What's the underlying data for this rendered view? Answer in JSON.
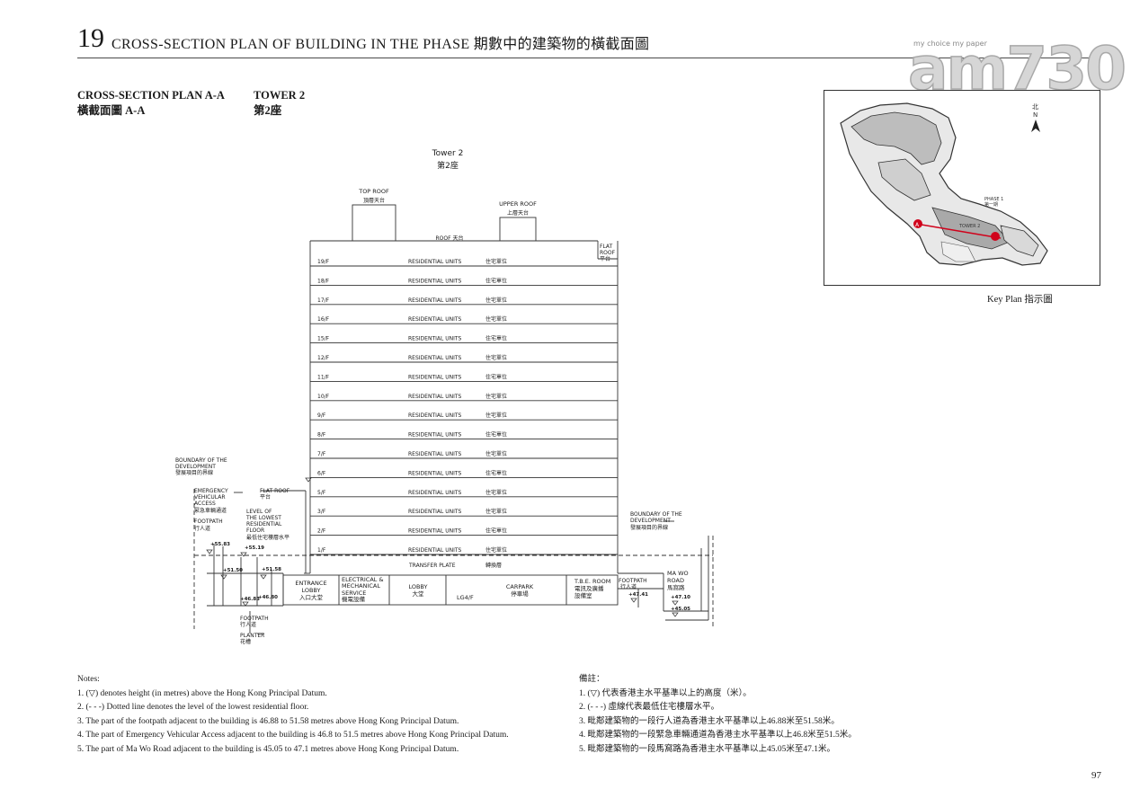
{
  "header": {
    "section_number": "19",
    "title": "CROSS-SECTION PLAN OF BUILDING IN THE PHASE  期數中的建築物的橫截面圖"
  },
  "logo": {
    "text": "am730",
    "tagline": "my choice  my paper"
  },
  "subheading": {
    "plan_en": "CROSS-SECTION PLAN A-A",
    "plan_zh": "橫截面圖 A-A",
    "tower_en": "TOWER 2",
    "tower_zh": "第2座"
  },
  "key_plan": {
    "caption": "Key Plan 指示圖",
    "north_zh": "北",
    "north_en": "N",
    "phase_label": "PHASE 1",
    "phase_label_zh": "第一期",
    "marker_a": "A",
    "tower_label": "TOWER 2"
  },
  "section": {
    "tower_en": "Tower 2",
    "tower_zh": "第2座",
    "top_roof_en": "TOP ROOF",
    "top_roof_zh": "頂層天台",
    "upper_roof_en": "UPPER ROOF",
    "upper_roof_zh": "上層天台",
    "roof": "ROOF   天台",
    "flat_roof_right": [
      "FLAT",
      "ROOF",
      "平台"
    ],
    "floors": [
      {
        "label": "19/F",
        "use": "RESIDENTIAL UNITS",
        "use_zh": "住宅單位"
      },
      {
        "label": "18/F",
        "use": "RESIDENTIAL UNITS",
        "use_zh": "住宅單位"
      },
      {
        "label": "17/F",
        "use": "RESIDENTIAL UNITS",
        "use_zh": "住宅單位"
      },
      {
        "label": "16/F",
        "use": "RESIDENTIAL UNITS",
        "use_zh": "住宅單位"
      },
      {
        "label": "15/F",
        "use": "RESIDENTIAL UNITS",
        "use_zh": "住宅單位"
      },
      {
        "label": "12/F",
        "use": "RESIDENTIAL UNITS",
        "use_zh": "住宅單位"
      },
      {
        "label": "11/F",
        "use": "RESIDENTIAL UNITS",
        "use_zh": "住宅單位"
      },
      {
        "label": "10/F",
        "use": "RESIDENTIAL UNITS",
        "use_zh": "住宅單位"
      },
      {
        "label": "9/F",
        "use": "RESIDENTIAL UNITS",
        "use_zh": "住宅單位"
      },
      {
        "label": "8/F",
        "use": "RESIDENTIAL UNITS",
        "use_zh": "住宅單位"
      },
      {
        "label": "7/F",
        "use": "RESIDENTIAL UNITS",
        "use_zh": "住宅單位"
      },
      {
        "label": "6/F",
        "use": "RESIDENTIAL UNITS",
        "use_zh": "住宅單位"
      },
      {
        "label": "5/F",
        "use": "RESIDENTIAL UNITS",
        "use_zh": "住宅單位"
      },
      {
        "label": "3/F",
        "use": "RESIDENTIAL UNITS",
        "use_zh": "住宅單位"
      },
      {
        "label": "2/F",
        "use": "RESIDENTIAL UNITS",
        "use_zh": "住宅單位"
      },
      {
        "label": "1/F",
        "use": "RESIDENTIAL UNITS",
        "use_zh": "住宅單位"
      }
    ],
    "transfer_plate": "TRANSFER PLATE",
    "transfer_plate_zh": "轉換層",
    "lg_rooms": [
      {
        "lines": [
          "ENTRANCE",
          "LOBBY",
          "入口大堂"
        ]
      },
      {
        "lines": [
          "ELECTRICAL &",
          "MECHANICAL",
          "SERVICE",
          "機電設備"
        ]
      },
      {
        "lines": [
          "LOBBY",
          "大堂"
        ]
      },
      {
        "lines": [
          "CARPARK",
          "停車場"
        ]
      },
      {
        "lines": [
          "T.B.E. ROOM",
          "電訊及廣播",
          "設備室"
        ]
      }
    ],
    "lg4f": "LG4/F",
    "left_labels": {
      "boundary": [
        "BOUNDARY OF THE",
        "DEVELOPMENT",
        "發展項目的界線"
      ],
      "eva": [
        "EMERGENCY",
        "VEHICULAR",
        "ACCESS",
        "緊急車輛通道"
      ],
      "footpath": [
        "FOOTPATH",
        "行人道"
      ],
      "flat_roof": [
        "FLAT ROOF",
        "平台"
      ],
      "lowest_res": [
        "LEVEL OF",
        "THE LOWEST",
        "RESIDENTIAL",
        "FLOOR",
        "最低住宅樓層水平"
      ],
      "footpath_bottom": [
        "FOOTPATH",
        "行人道"
      ],
      "planter": [
        "PLANTER",
        "花槽"
      ]
    },
    "right_labels": {
      "boundary": [
        "BOUNDARY OF THE",
        "DEVELOPMENT",
        "發展項目的界線"
      ],
      "footpath": [
        "FOOTPATH",
        "行人道"
      ],
      "road": [
        "MA WO",
        "ROAD",
        "馬窩路"
      ]
    },
    "levels": {
      "lv_5583": "+55.83",
      "lv_5519": "+55.19",
      "lv_5150": "+51.50",
      "lv_5158": "+51.58",
      "lv_4683": "+46.83",
      "lv_4680": "+46.80",
      "lv_4741": "+47.41",
      "lv_4710": "+47.10",
      "lv_4505": "+45.05"
    }
  },
  "notes_en": {
    "title": "Notes:",
    "items": [
      "1. (▽) denotes height (in metres) above the Hong Kong Principal Datum.",
      "2. (- - -) Dotted line denotes the level of the lowest residential floor.",
      "3. The part of the footpath adjacent to the building is 46.88 to 51.58 metres above Hong Kong Principal Datum.",
      "4. The part of Emergency Vehicular Access adjacent to the building is 46.8 to 51.5 metres above Hong Kong Principal Datum.",
      "5. The part of Ma Wo Road adjacent to the building is 45.05 to 47.1 metres above Hong Kong Principal Datum."
    ]
  },
  "notes_zh": {
    "title": "備註：",
    "items": [
      "1. (▽) 代表香港主水平基準以上的高度（米）。",
      "2. (- - -) 虛線代表最低住宅樓層水平。",
      "3. 毗鄰建築物的一段行人道為香港主水平基準以上46.88米至51.58米。",
      "4. 毗鄰建築物的一段緊急車輛通道為香港主水平基準以上46.8米至51.5米。",
      "5. 毗鄰建築物的一段馬窩路為香港主水平基準以上45.05米至47.1米。"
    ]
  },
  "page_number": "97"
}
